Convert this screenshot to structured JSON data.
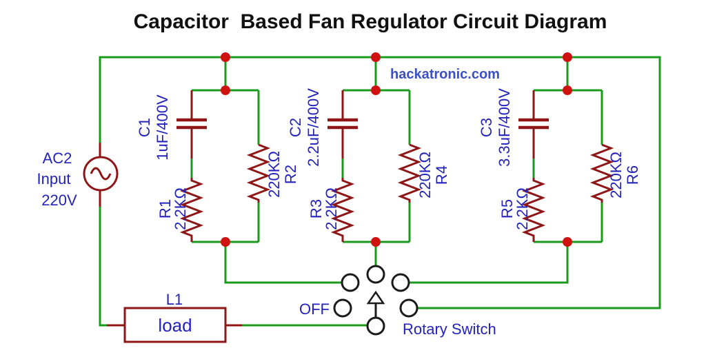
{
  "title": "Capacitor  Based Fan Regulator Circuit Diagram",
  "watermark": "hackatronic.com",
  "ac_source": {
    "ref": "AC2",
    "label": "Input",
    "voltage": "220V"
  },
  "branches": [
    {
      "cap": {
        "ref": "C1",
        "value": "1uF/400V"
      },
      "series_res": {
        "ref": "R1",
        "value": "2.2KΩ"
      },
      "parallel_res": {
        "ref": "R2",
        "value": "220KΩ"
      }
    },
    {
      "cap": {
        "ref": "C2",
        "value": "2.2uF/400V"
      },
      "series_res": {
        "ref": "R3",
        "value": "2.2KΩ"
      },
      "parallel_res": {
        "ref": "R4",
        "value": "220KΩ"
      }
    },
    {
      "cap": {
        "ref": "C3",
        "value": "3.3uF/400V"
      },
      "series_res": {
        "ref": "R5",
        "value": "2.2KΩ"
      },
      "parallel_res": {
        "ref": "R6",
        "value": "220KΩ"
      }
    }
  ],
  "load": {
    "ref": "L1",
    "label": "load"
  },
  "rotary_switch": {
    "off_label": "OFF",
    "label": "Rotary Switch"
  },
  "colors": {
    "wire": "#1a9a1a",
    "component": "#8e1616",
    "junction": "#cf1110",
    "label": "#2323bb",
    "watermark": "#3b50c5",
    "title": "#111111"
  }
}
